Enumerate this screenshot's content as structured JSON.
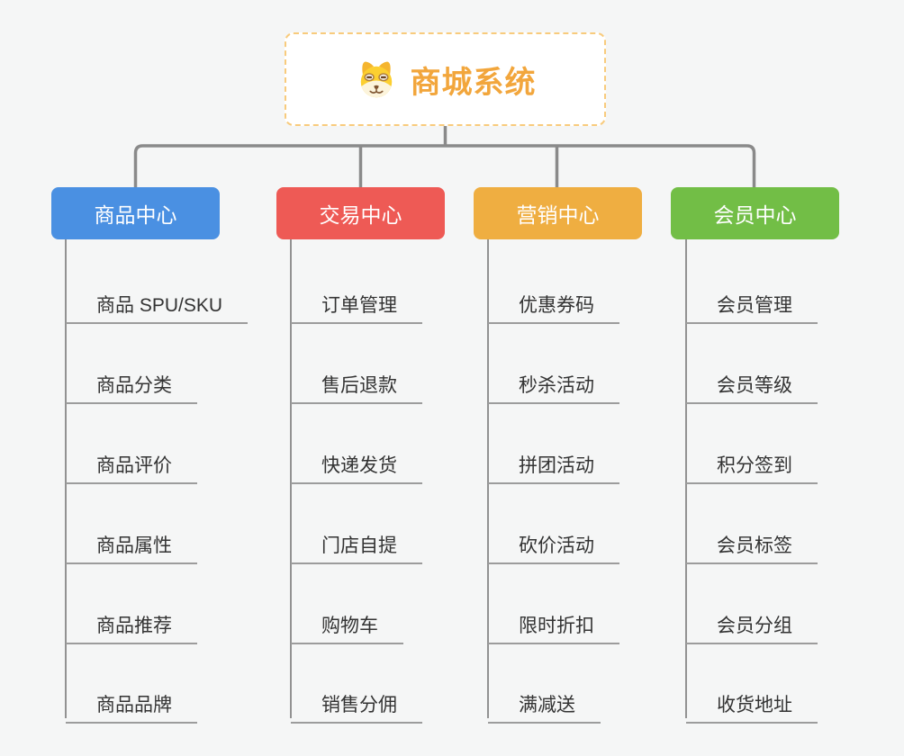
{
  "root": {
    "title": "商城系统",
    "icon": "dog-face-icon"
  },
  "branches": [
    {
      "label": "商品中心",
      "color": "#4a90e2",
      "items": [
        "商品 SPU/SKU",
        "商品分类",
        "商品评价",
        "商品属性",
        "商品推荐",
        "商品品牌"
      ]
    },
    {
      "label": "交易中心",
      "color": "#ee5a55",
      "items": [
        "订单管理",
        "售后退款",
        "快递发货",
        "门店自提",
        "购物车",
        "销售分佣"
      ]
    },
    {
      "label": "营销中心",
      "color": "#efae41",
      "items": [
        "优惠券码",
        "秒杀活动",
        "拼团活动",
        "砍价活动",
        "限时折扣",
        "满减送"
      ]
    },
    {
      "label": "会员中心",
      "color": "#72be46",
      "items": [
        "会员管理",
        "会员等级",
        "积分签到",
        "会员标签",
        "会员分组",
        "收货地址"
      ]
    }
  ],
  "style": {
    "background": "#f5f6f6",
    "connector_color": "#8a8a8a",
    "leaf_line_color": "#9c9c9c",
    "leaf_text_color": "#333333",
    "root_border_color": "#f8cb7d",
    "root_title_color": "#f2a63c"
  }
}
